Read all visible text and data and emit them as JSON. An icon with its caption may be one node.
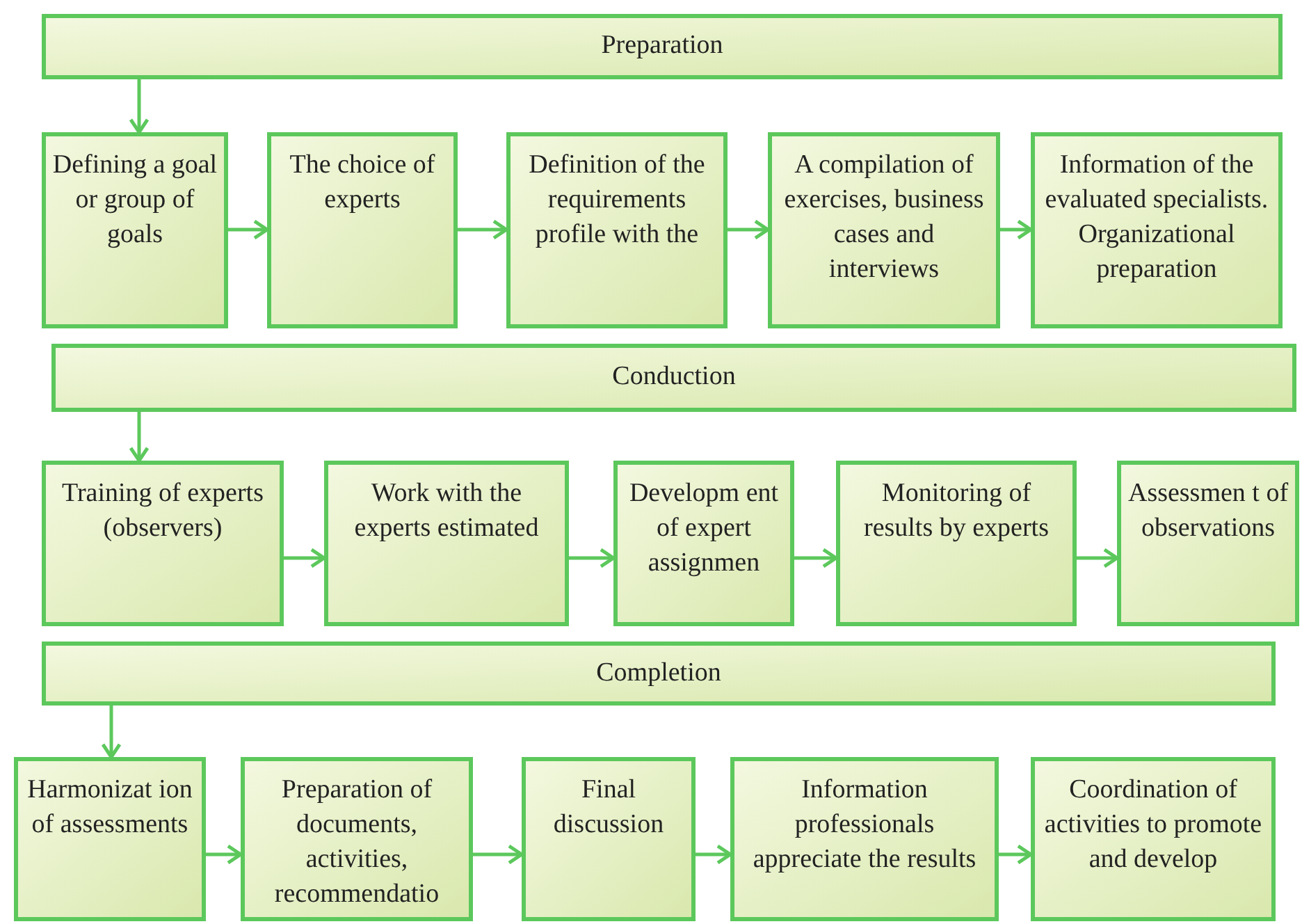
{
  "diagram": {
    "nodes": [
      {
        "text": [
          "Preparation"
        ]
      },
      {
        "text": [
          "Defining a goal or group of goals"
        ]
      },
      {
        "text": [
          "The choice of experts"
        ]
      },
      {
        "text": [
          "Definition of the requirements profile with the"
        ]
      },
      {
        "text": [
          "A compilation of exercises, business cases and interviews"
        ]
      },
      {
        "text": [
          "Information of the evaluated specialists. Organizational preparation"
        ]
      },
      {
        "text": [
          "Conduction"
        ]
      },
      {
        "text": [
          "Training of experts (observers)"
        ]
      },
      {
        "text": [
          "Work with the experts estimated"
        ]
      },
      {
        "text": [
          "Developm ent of expert assignmen"
        ]
      },
      {
        "text": [
          "Monitoring of results by experts"
        ]
      },
      {
        "text": [
          "Assessmen t of observations"
        ]
      },
      {
        "text": [
          "Completion"
        ]
      },
      {
        "text": [
          "Harmonizat ion of assessments"
        ]
      },
      {
        "text": [
          "Preparation of documents, activities, recommendatio"
        ]
      },
      {
        "text": [
          "Final discussion"
        ]
      },
      {
        "text": [
          "Information professionals appreciate the results"
        ]
      },
      {
        "text": [
          "Coordination of activities to promote and develop"
        ]
      }
    ],
    "edges": [
      {
        "from": 0,
        "to": 1,
        "arrow": "to"
      },
      {
        "from": 1,
        "to": 2,
        "arrow": "to"
      },
      {
        "from": 2,
        "to": 3,
        "arrow": "to"
      },
      {
        "from": 3,
        "to": 4,
        "arrow": "to"
      },
      {
        "from": 4,
        "to": 5,
        "arrow": "to"
      },
      {
        "from": 6,
        "to": 7,
        "arrow": "to"
      },
      {
        "from": 7,
        "to": 8,
        "arrow": "to"
      },
      {
        "from": 8,
        "to": 9,
        "arrow": "to"
      },
      {
        "from": 9,
        "to": 10,
        "arrow": "to"
      },
      {
        "from": 10,
        "to": 11,
        "arrow": "to"
      },
      {
        "from": 12,
        "to": 13,
        "arrow": "to"
      },
      {
        "from": 13,
        "to": 14,
        "arrow": "to"
      },
      {
        "from": 14,
        "to": 15,
        "arrow": "to"
      },
      {
        "from": 15,
        "to": 16,
        "arrow": "to"
      },
      {
        "from": 16,
        "to": 17,
        "arrow": "to"
      }
    ]
  }
}
